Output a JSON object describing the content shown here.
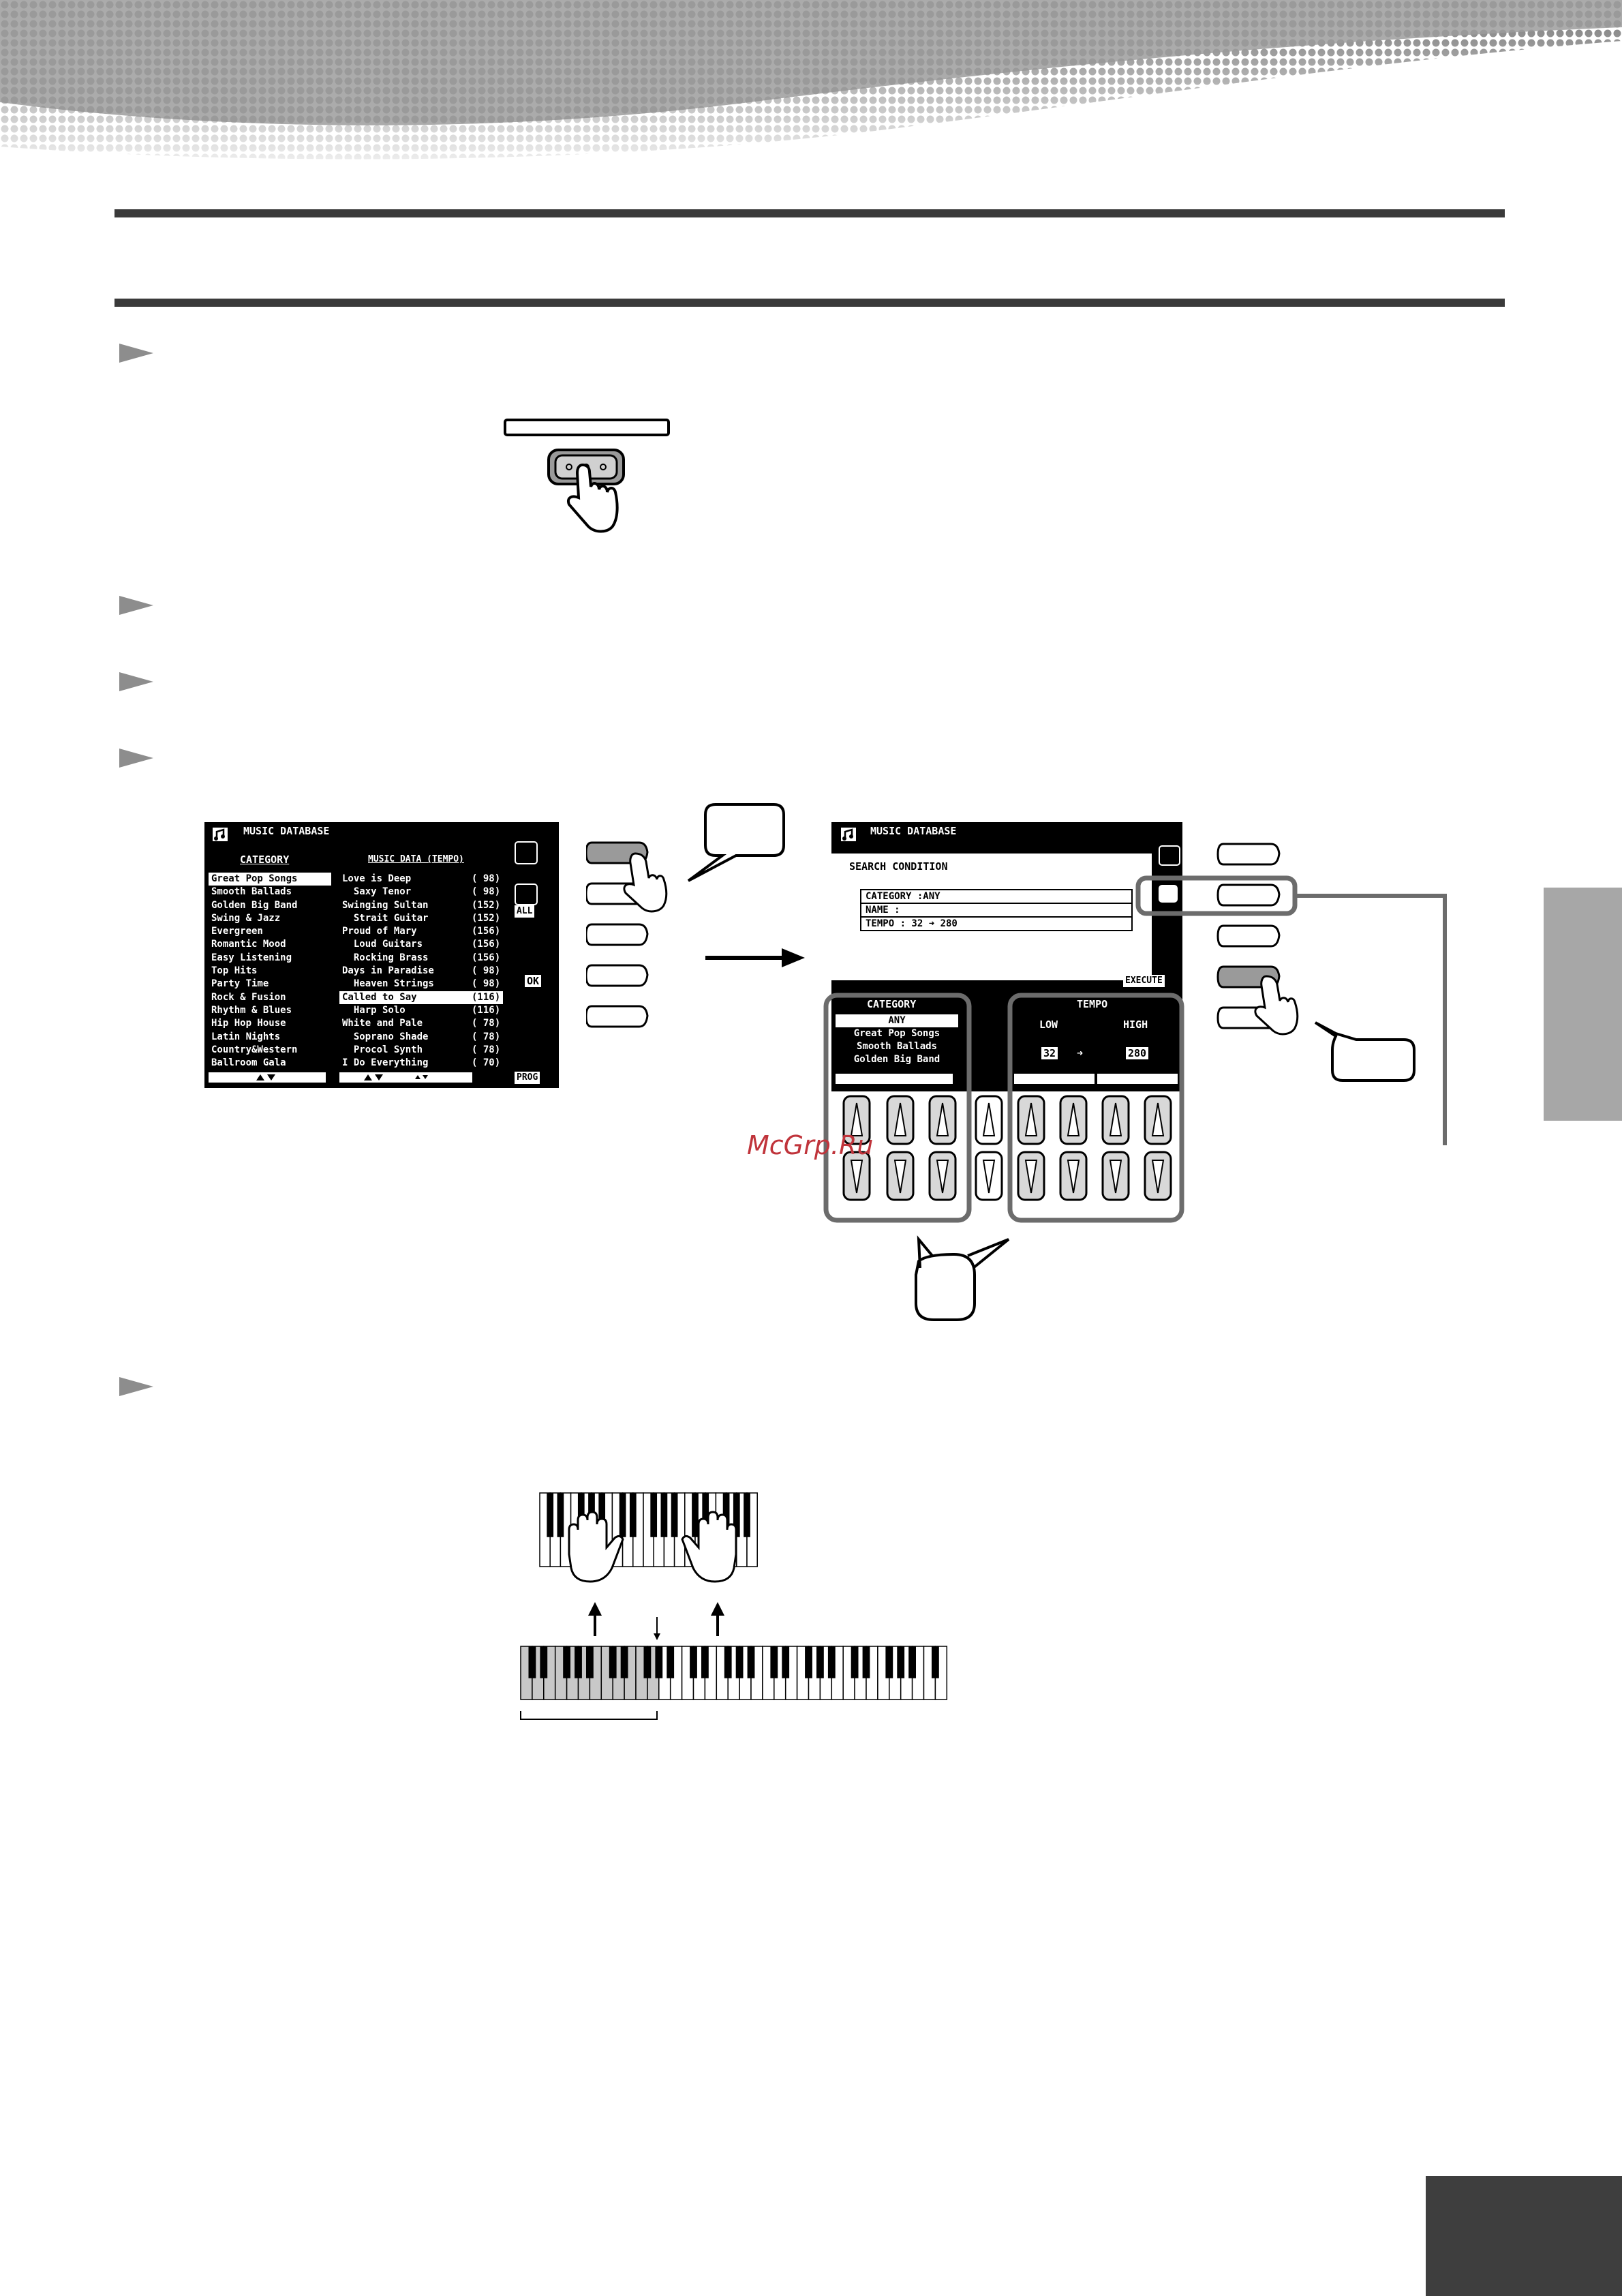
{
  "watermark": "McGrp.Ru",
  "screen1": {
    "title": "MUSIC DATABASE",
    "category_header": "CATEGORY",
    "data_header": "MUSIC DATA (TEMPO)",
    "categories": [
      "Great Pop Songs",
      "Smooth Ballads",
      "Golden Big Band",
      "Swing & Jazz",
      "Evergreen",
      "Romantic Mood",
      "Easy Listening",
      "Top Hits",
      "Party Time",
      "Rock & Fusion",
      "Rhythm & Blues",
      "Hip Hop House",
      "Latin Nights",
      "Country&Western",
      "Ballroom Gala"
    ],
    "songs": [
      "Love is Deep",
      "  Saxy Tenor",
      "Swinging Sultan",
      "  Strait Guitar",
      "Proud of Mary",
      "  Loud Guitars",
      "  Rocking Brass",
      "Days in Paradise",
      "  Heaven Strings",
      "Called to Say",
      "  Harp Solo",
      "White and Pale",
      "  Soprano Shade",
      "  Procol Synth",
      "I Do Everything"
    ],
    "tempos": [
      "( 98)",
      "( 98)",
      "(152)",
      "(152)",
      "(156)",
      "(156)",
      "(156)",
      "( 98)",
      "( 98)",
      "(116)",
      "(116)",
      "( 78)",
      "( 78)",
      "( 78)",
      "( 70)"
    ],
    "selected_category_index": 0,
    "selected_song_index": 9,
    "side_all": "ALL",
    "side_ok": "OK",
    "prog": "PROG"
  },
  "screen2": {
    "title": "MUSIC DATABASE",
    "search_condition": "SEARCH CONDITION",
    "fields": [
      "CATEGORY :ANY",
      "NAME :",
      "TEMPO :  32 ➜ 280"
    ],
    "execute": "EXECUTE",
    "category_header": "CATEGORY",
    "category_options": [
      "ANY",
      "Great Pop Songs",
      "Smooth Ballads",
      "Golden Big Band"
    ],
    "tempo_header": "TEMPO",
    "low_label": "LOW",
    "high_label": "HIGH",
    "low_value": "32",
    "high_value": "280"
  },
  "colors": {
    "rule": "#3a3a3a",
    "tab": "#a7a7a7",
    "corner": "#3e3e3e",
    "watermark": "#c0343b"
  }
}
